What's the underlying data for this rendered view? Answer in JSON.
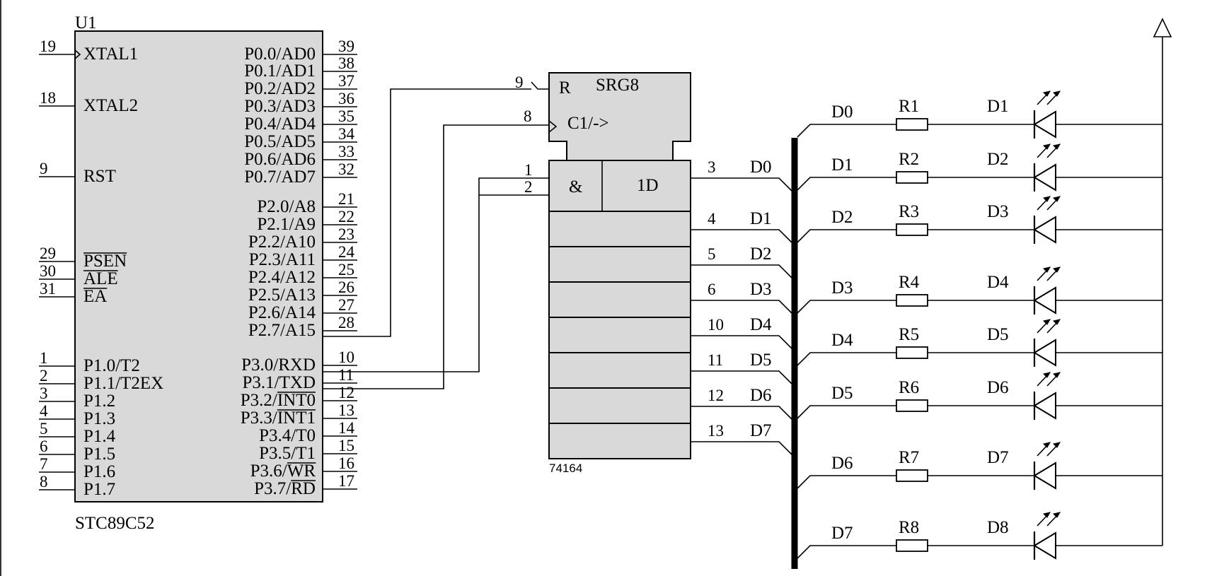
{
  "mcu": {
    "ref": "U1",
    "part": "STC89C52",
    "left_pins": [
      {
        "num": "19",
        "name": "XTAL1",
        "clock": true
      },
      {
        "num": "18",
        "name": "XTAL2"
      },
      {
        "num": "9",
        "name": "RST"
      },
      {
        "num": "29",
        "name": "PSEN",
        "overline": true
      },
      {
        "num": "30",
        "name": "ALE",
        "overline": true
      },
      {
        "num": "31",
        "name": "EA",
        "overline": true
      },
      {
        "num": "1",
        "name": "P1.0/T2"
      },
      {
        "num": "2",
        "name": "P1.1/T2EX"
      },
      {
        "num": "3",
        "name": "P1.2"
      },
      {
        "num": "4",
        "name": "P1.3"
      },
      {
        "num": "5",
        "name": "P1.4"
      },
      {
        "num": "6",
        "name": "P1.5"
      },
      {
        "num": "7",
        "name": "P1.6"
      },
      {
        "num": "8",
        "name": "P1.7"
      }
    ],
    "right_pins": [
      {
        "num": "39",
        "name": "P0.0/AD0"
      },
      {
        "num": "38",
        "name": "P0.1/AD1"
      },
      {
        "num": "37",
        "name": "P0.2/AD2"
      },
      {
        "num": "36",
        "name": "P0.3/AD3"
      },
      {
        "num": "35",
        "name": "P0.4/AD4"
      },
      {
        "num": "34",
        "name": "P0.5/AD5"
      },
      {
        "num": "33",
        "name": "P0.6/AD6"
      },
      {
        "num": "32",
        "name": "P0.7/AD7"
      },
      {
        "num": "21",
        "name": "P2.0/A8"
      },
      {
        "num": "22",
        "name": "P2.1/A9"
      },
      {
        "num": "23",
        "name": "P2.2/A10"
      },
      {
        "num": "24",
        "name": "P2.3/A11"
      },
      {
        "num": "25",
        "name": "P2.4/A12"
      },
      {
        "num": "26",
        "name": "P2.5/A13"
      },
      {
        "num": "27",
        "name": "P2.6/A14"
      },
      {
        "num": "28",
        "name": "P2.7/A15"
      },
      {
        "num": "10",
        "name": "P3.0/RXD"
      },
      {
        "num": "11",
        "name": "P3.1/TXD"
      },
      {
        "num": "12",
        "name": "P3.2/INT0",
        "overline_part": "INT0"
      },
      {
        "num": "13",
        "name": "P3.3/INT1",
        "overline_part": "INT1"
      },
      {
        "num": "14",
        "name": "P3.4/T0"
      },
      {
        "num": "15",
        "name": "P3.5/T1"
      },
      {
        "num": "16",
        "name": "P3.6/WR",
        "overline_part": "WR"
      },
      {
        "num": "17",
        "name": "P3.7/RD",
        "overline_part": "RD"
      }
    ]
  },
  "shift_register": {
    "part": "74164",
    "title": "SRG8",
    "reset_label": "R",
    "clock_label": "C1/->",
    "and_label": "&",
    "data_label": "1D",
    "reset_pin": "9",
    "clock_pin": "8",
    "input_pins": [
      "1",
      "2"
    ],
    "outputs": [
      {
        "pin": "3",
        "net": "D0"
      },
      {
        "pin": "4",
        "net": "D1"
      },
      {
        "pin": "5",
        "net": "D2"
      },
      {
        "pin": "6",
        "net": "D3"
      },
      {
        "pin": "10",
        "net": "D4"
      },
      {
        "pin": "11",
        "net": "D5"
      },
      {
        "pin": "12",
        "net": "D6"
      },
      {
        "pin": "13",
        "net": "D7"
      }
    ]
  },
  "led_rows": [
    {
      "net": "D0",
      "resistor": "R1",
      "led": "D1"
    },
    {
      "net": "D1",
      "resistor": "R2",
      "led": "D2"
    },
    {
      "net": "D2",
      "resistor": "R3",
      "led": "D3"
    },
    {
      "net": "D3",
      "resistor": "R4",
      "led": "D4"
    },
    {
      "net": "D4",
      "resistor": "R5",
      "led": "D5"
    },
    {
      "net": "D5",
      "resistor": "R6",
      "led": "D6"
    },
    {
      "net": "D6",
      "resistor": "R7",
      "led": "D7"
    },
    {
      "net": "D7",
      "resistor": "R8",
      "led": "D8"
    }
  ]
}
